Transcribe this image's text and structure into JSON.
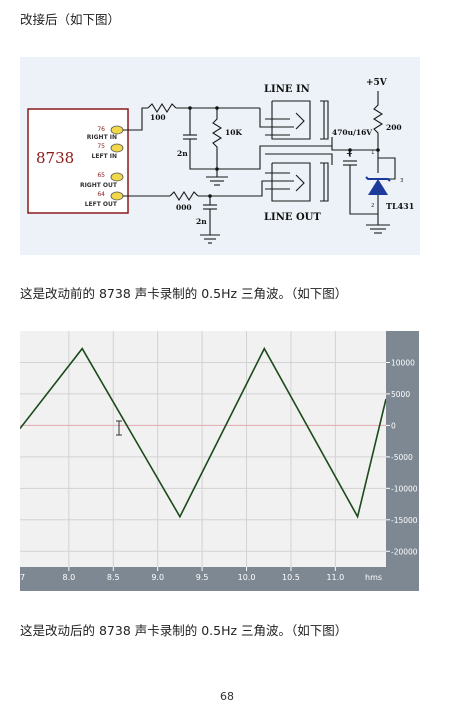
{
  "doc": {
    "line1": "改接后（如下图）",
    "line2": "这是改动前的 8738 声卡录制的 0.5Hz 三角波。（如下图）",
    "line3": "这是改动后的 8738 声卡录制的 0.5Hz 三角波。（如下图）",
    "page_number": "68"
  },
  "circuit": {
    "chip_label": "8738",
    "pins": [
      {
        "num": "76",
        "name": "RIGHT IN"
      },
      {
        "num": "75",
        "name": "LEFT IN"
      },
      {
        "num": "65",
        "name": "RIGHT OUT"
      },
      {
        "num": "64",
        "name": "LEFT OUT"
      }
    ],
    "r_in": "100",
    "c_in": "2n",
    "r_10k": "10K",
    "line_in": "LINE IN",
    "line_out": "LINE OUT",
    "r_out": "000",
    "c_out": "2n",
    "vcc": "+5V",
    "r_200": "200",
    "cap_label": "470u/16V",
    "ref_label": "TL431",
    "ref_pins": [
      "1",
      "3",
      "2"
    ],
    "colors": {
      "wire": "#1a1a1a",
      "chip_border": "#8b1a1a",
      "pin_fill": "#f0d84a",
      "chip_text": "#8b1a1a",
      "background": "#ecf2f8",
      "diode_fill": "#1c3a9a"
    }
  },
  "waveform": {
    "y_labels": [
      "10000",
      "5000",
      "0",
      "-5000",
      "-10000",
      "-15000",
      "-20000"
    ],
    "x_labels": [
      "7",
      "8.0",
      "8.5",
      "9.0",
      "9.5",
      "10.0",
      "10.5",
      "11.0",
      "hms"
    ],
    "colors": {
      "plot_bg": "#f1f1f1",
      "grid": "#d2d2d2",
      "zero_line": "#e3a9b0",
      "trace": "#1b4a1b",
      "ruler_bg": "#7d8893",
      "ruler_text": "#ffffff"
    }
  },
  "chart_data": {
    "type": "line",
    "xlabel": "hms",
    "ylim": [
      -22500,
      15000
    ],
    "xlim": [
      7.45,
      11.57
    ],
    "x_ticks": [
      8.0,
      8.5,
      9.0,
      9.5,
      10.0,
      10.5,
      11.0
    ],
    "y_ticks": [
      10000,
      5000,
      0,
      -5000,
      -10000,
      -15000,
      -20000
    ],
    "grid": true,
    "series": [
      {
        "x": [
          7.45,
          8.15,
          9.25,
          10.2,
          11.25,
          11.57
        ],
        "y": [
          -500,
          12200,
          -14500,
          12200,
          -14500,
          4200
        ]
      }
    ]
  }
}
